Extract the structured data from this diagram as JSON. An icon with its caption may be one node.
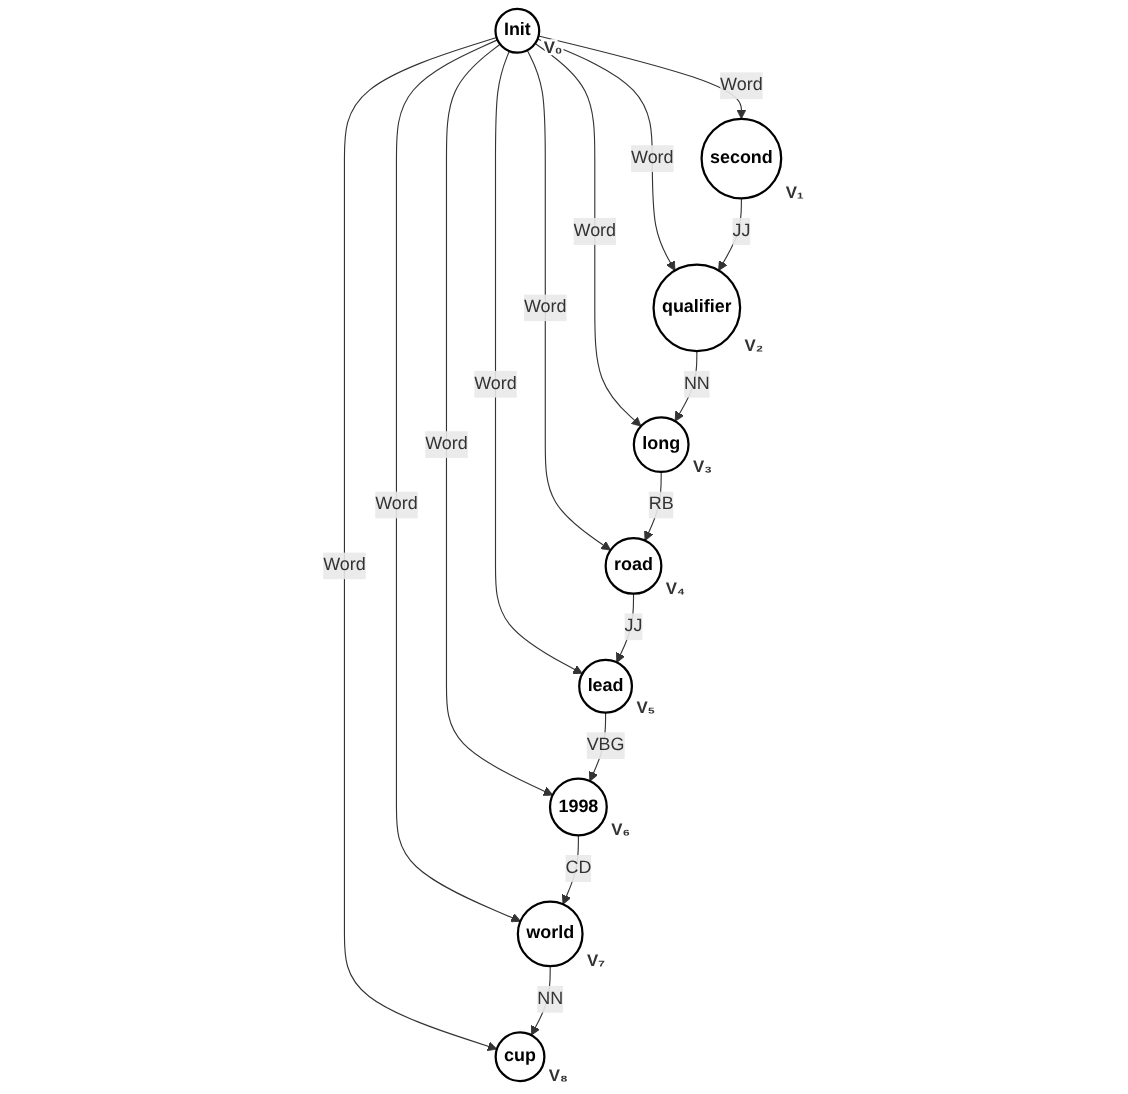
{
  "diagram": {
    "nodes": [
      {
        "text": [
          "Init"
        ],
        "beside": [
          "V₀"
        ]
      },
      {
        "text": [
          "second"
        ],
        "beside": [
          "V₁"
        ]
      },
      {
        "text": [
          "qualifier"
        ],
        "beside": [
          "V₂"
        ]
      },
      {
        "text": [
          "long"
        ],
        "beside": [
          "V₃"
        ]
      },
      {
        "text": [
          "road"
        ],
        "beside": [
          "V₄"
        ]
      },
      {
        "text": [
          "lead"
        ],
        "beside": [
          "V₅"
        ]
      },
      {
        "text": [
          "1998"
        ],
        "beside": [
          "V₆"
        ]
      },
      {
        "text": [
          "world"
        ],
        "beside": [
          "V₇"
        ]
      },
      {
        "text": [
          "cup"
        ],
        "beside": [
          "V₈"
        ]
      }
    ],
    "edges": [
      {
        "from": 0,
        "to": 1,
        "arrow": "to",
        "label": "Word"
      },
      {
        "from": 0,
        "to": 2,
        "arrow": "to",
        "label": "Word"
      },
      {
        "from": 0,
        "to": 3,
        "arrow": "to",
        "label": "Word"
      },
      {
        "from": 0,
        "to": 4,
        "arrow": "to",
        "label": "Word"
      },
      {
        "from": 0,
        "to": 5,
        "arrow": "to",
        "label": "Word"
      },
      {
        "from": 0,
        "to": 6,
        "arrow": "to",
        "label": "Word"
      },
      {
        "from": 0,
        "to": 7,
        "arrow": "to",
        "label": "Word"
      },
      {
        "from": 0,
        "to": 8,
        "arrow": "to",
        "label": "Word"
      },
      {
        "from": 1,
        "to": 2,
        "arrow": "to",
        "label": "JJ"
      },
      {
        "from": 2,
        "to": 3,
        "arrow": "to",
        "label": "NN"
      },
      {
        "from": 3,
        "to": 4,
        "arrow": "to",
        "label": "RB"
      },
      {
        "from": 4,
        "to": 5,
        "arrow": "to",
        "label": "JJ"
      },
      {
        "from": 5,
        "to": 6,
        "arrow": "to",
        "label": "VBG"
      },
      {
        "from": 6,
        "to": 7,
        "arrow": "to",
        "label": "CD"
      },
      {
        "from": 7,
        "to": 8,
        "arrow": "to",
        "label": "NN"
      }
    ]
  }
}
